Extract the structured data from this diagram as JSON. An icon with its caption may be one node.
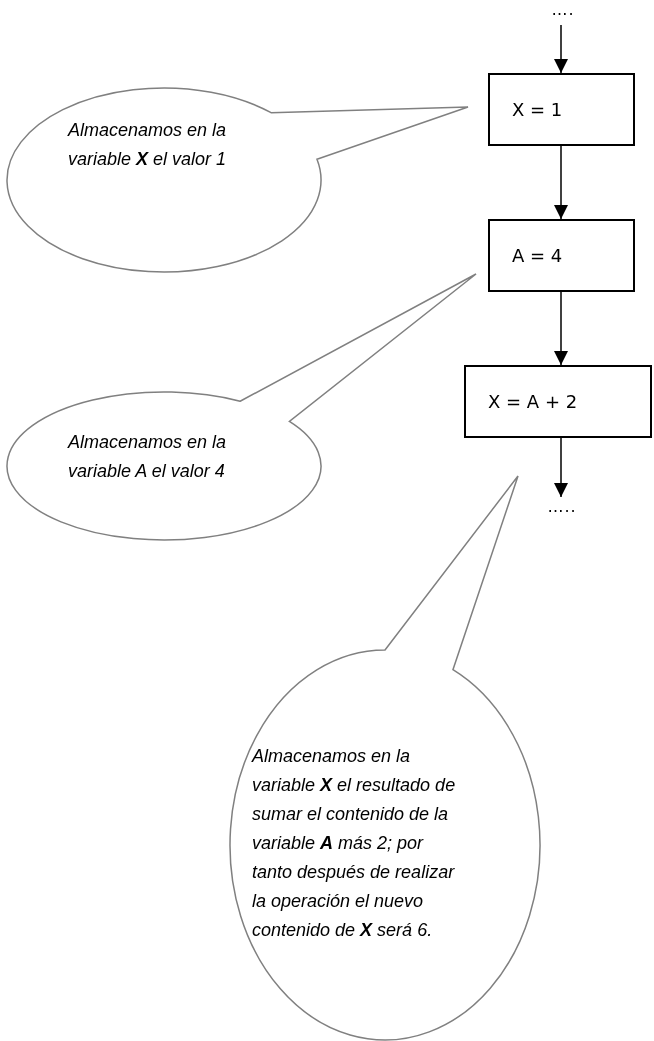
{
  "diagram": {
    "nodes": [
      {
        "text": [
          "…."
        ]
      },
      {
        "text": [
          "X = 1"
        ]
      },
      {
        "text": [
          "A = 4"
        ]
      },
      {
        "text": [
          "X = A + 2"
        ]
      },
      {
        "text": [
          "….."
        ]
      },
      {
        "text": [
          "Almacenamos en la variable **X** el valor 1"
        ]
      },
      {
        "text": [
          "Almacenamos en la variable A el valor 4"
        ]
      },
      {
        "text": [
          "Almacenamos en la variable **X** el resultado de sumar el contenido de la variable **A** más 2; por tanto después de realizar la operación el nuevo contenido de **X** será 6."
        ]
      }
    ],
    "edges": [
      {
        "from": 0,
        "to": 1,
        "arrow": "to"
      },
      {
        "from": 1,
        "to": 2,
        "arrow": "to"
      },
      {
        "from": 2,
        "to": 3,
        "arrow": "to"
      },
      {
        "from": 3,
        "to": 4,
        "arrow": "to"
      }
    ]
  }
}
